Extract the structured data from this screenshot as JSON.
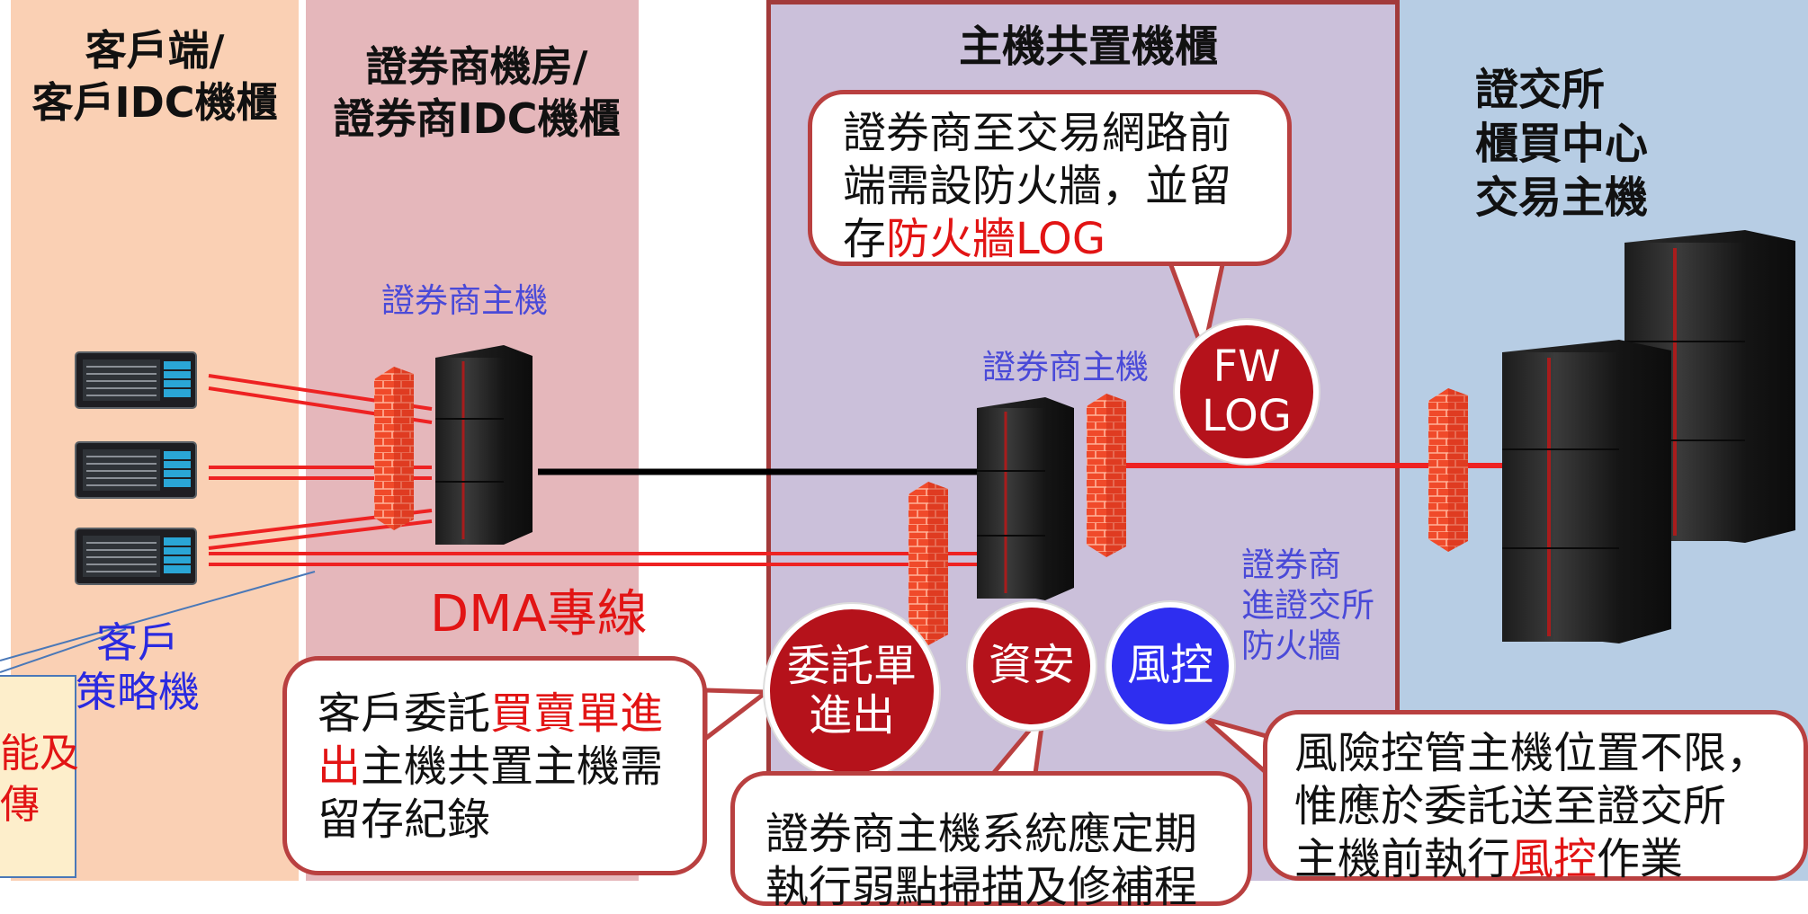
{
  "zones": {
    "client_title": [
      "客戶端/",
      "客戶IDC機櫃"
    ],
    "broker_title": [
      "證券商機房/",
      "證券商IDC機櫃"
    ],
    "colo_title": "主機共置機櫃",
    "exchange_title": [
      "證交所",
      "櫃買中心",
      "交易主機"
    ]
  },
  "labels": {
    "broker_host_left": "證券商主機",
    "broker_host_colo": "證券商主機",
    "dma_line": "DMA專線",
    "client_strategy": [
      "客戶",
      "策略機"
    ],
    "broker_fw_to_exchange": [
      "證券商",
      "進證交所",
      "防火牆"
    ],
    "left_note_fragment": [
      "能及",
      "傳"
    ]
  },
  "badges": {
    "fw_log": [
      "FW",
      "LOG"
    ],
    "order": [
      "委託單",
      "進出"
    ],
    "infosec": "資安",
    "risk": "風控"
  },
  "callouts": {
    "firewall_log": {
      "line1": "證券商至交易網路前",
      "line2": "端需設防火牆，並留",
      "line3_prefix": "存",
      "line3_highlight": "防火牆LOG"
    },
    "order_record": {
      "line1_prefix": "客戶委託",
      "line1_highlight": "買賣單進",
      "line2_highlight": "出",
      "line2_suffix": "主機共置主機需",
      "line3": "留存紀錄"
    },
    "system_scan": {
      "line1": "證券商主機系統應定期",
      "line2_partial": "執行弱點掃描及修補程"
    },
    "risk_control": {
      "line1": "風險控管主機位置不限，",
      "line2": "惟應於委託送至證交所",
      "line3_prefix": "主機前執行",
      "line3_highlight": "風控",
      "line3_suffix": "作業"
    }
  },
  "colors": {
    "client_zone": "#fad0b4",
    "broker_zone": "#e5b7bb",
    "colo_zone": "#cbc0da",
    "exchange_zone": "#b7cde4",
    "colo_border": "#a23a3a",
    "line_red": "#ee2222",
    "badge_dark_red": "#b5121b",
    "badge_blue": "#2e2ef0",
    "highlight_red": "#e21414",
    "label_blue": "#4a4ad8"
  },
  "icons": [
    "rack-server-icon",
    "firewall-brick-icon",
    "tower-server-icon"
  ]
}
